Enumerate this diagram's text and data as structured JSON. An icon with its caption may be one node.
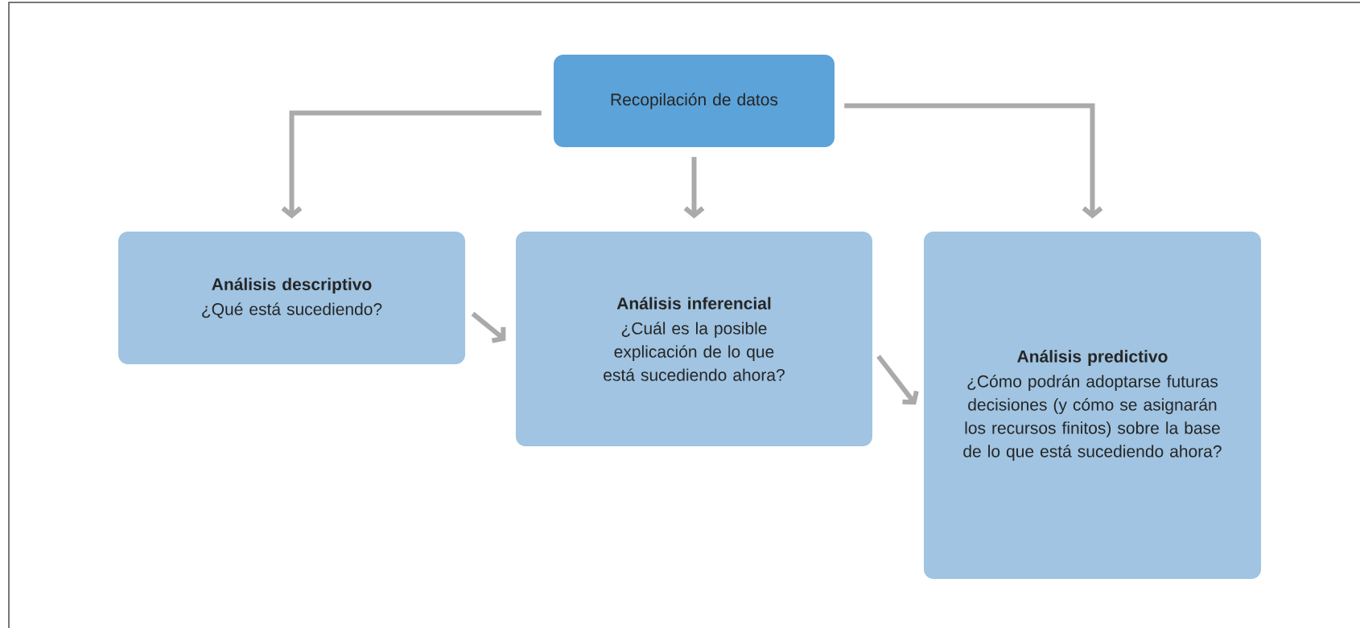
{
  "diagram": {
    "nodes": [
      {
        "text": [
          "Recopilación de datos"
        ]
      },
      {
        "text": [
          "Análisis descriptivo",
          "¿Qué está sucediendo?"
        ]
      },
      {
        "text": [
          "Análisis inferencial",
          "¿Cuál es la posible explicación de lo que está sucediendo ahora?"
        ]
      },
      {
        "text": [
          "Análisis predictivo",
          "¿Cómo podrán adoptarse futuras decisiones (y cómo se asignarán los recursos finitos) sobre la base de lo que está sucediendo ahora?"
        ]
      }
    ],
    "edges": [
      {
        "from": 0,
        "to": 1,
        "arrow": "to"
      },
      {
        "from": 0,
        "to": 2,
        "arrow": "to"
      },
      {
        "from": 0,
        "to": 3,
        "arrow": "to"
      },
      {
        "from": 1,
        "to": 2,
        "arrow": "to"
      },
      {
        "from": 2,
        "to": 3,
        "arrow": "to"
      }
    ]
  }
}
